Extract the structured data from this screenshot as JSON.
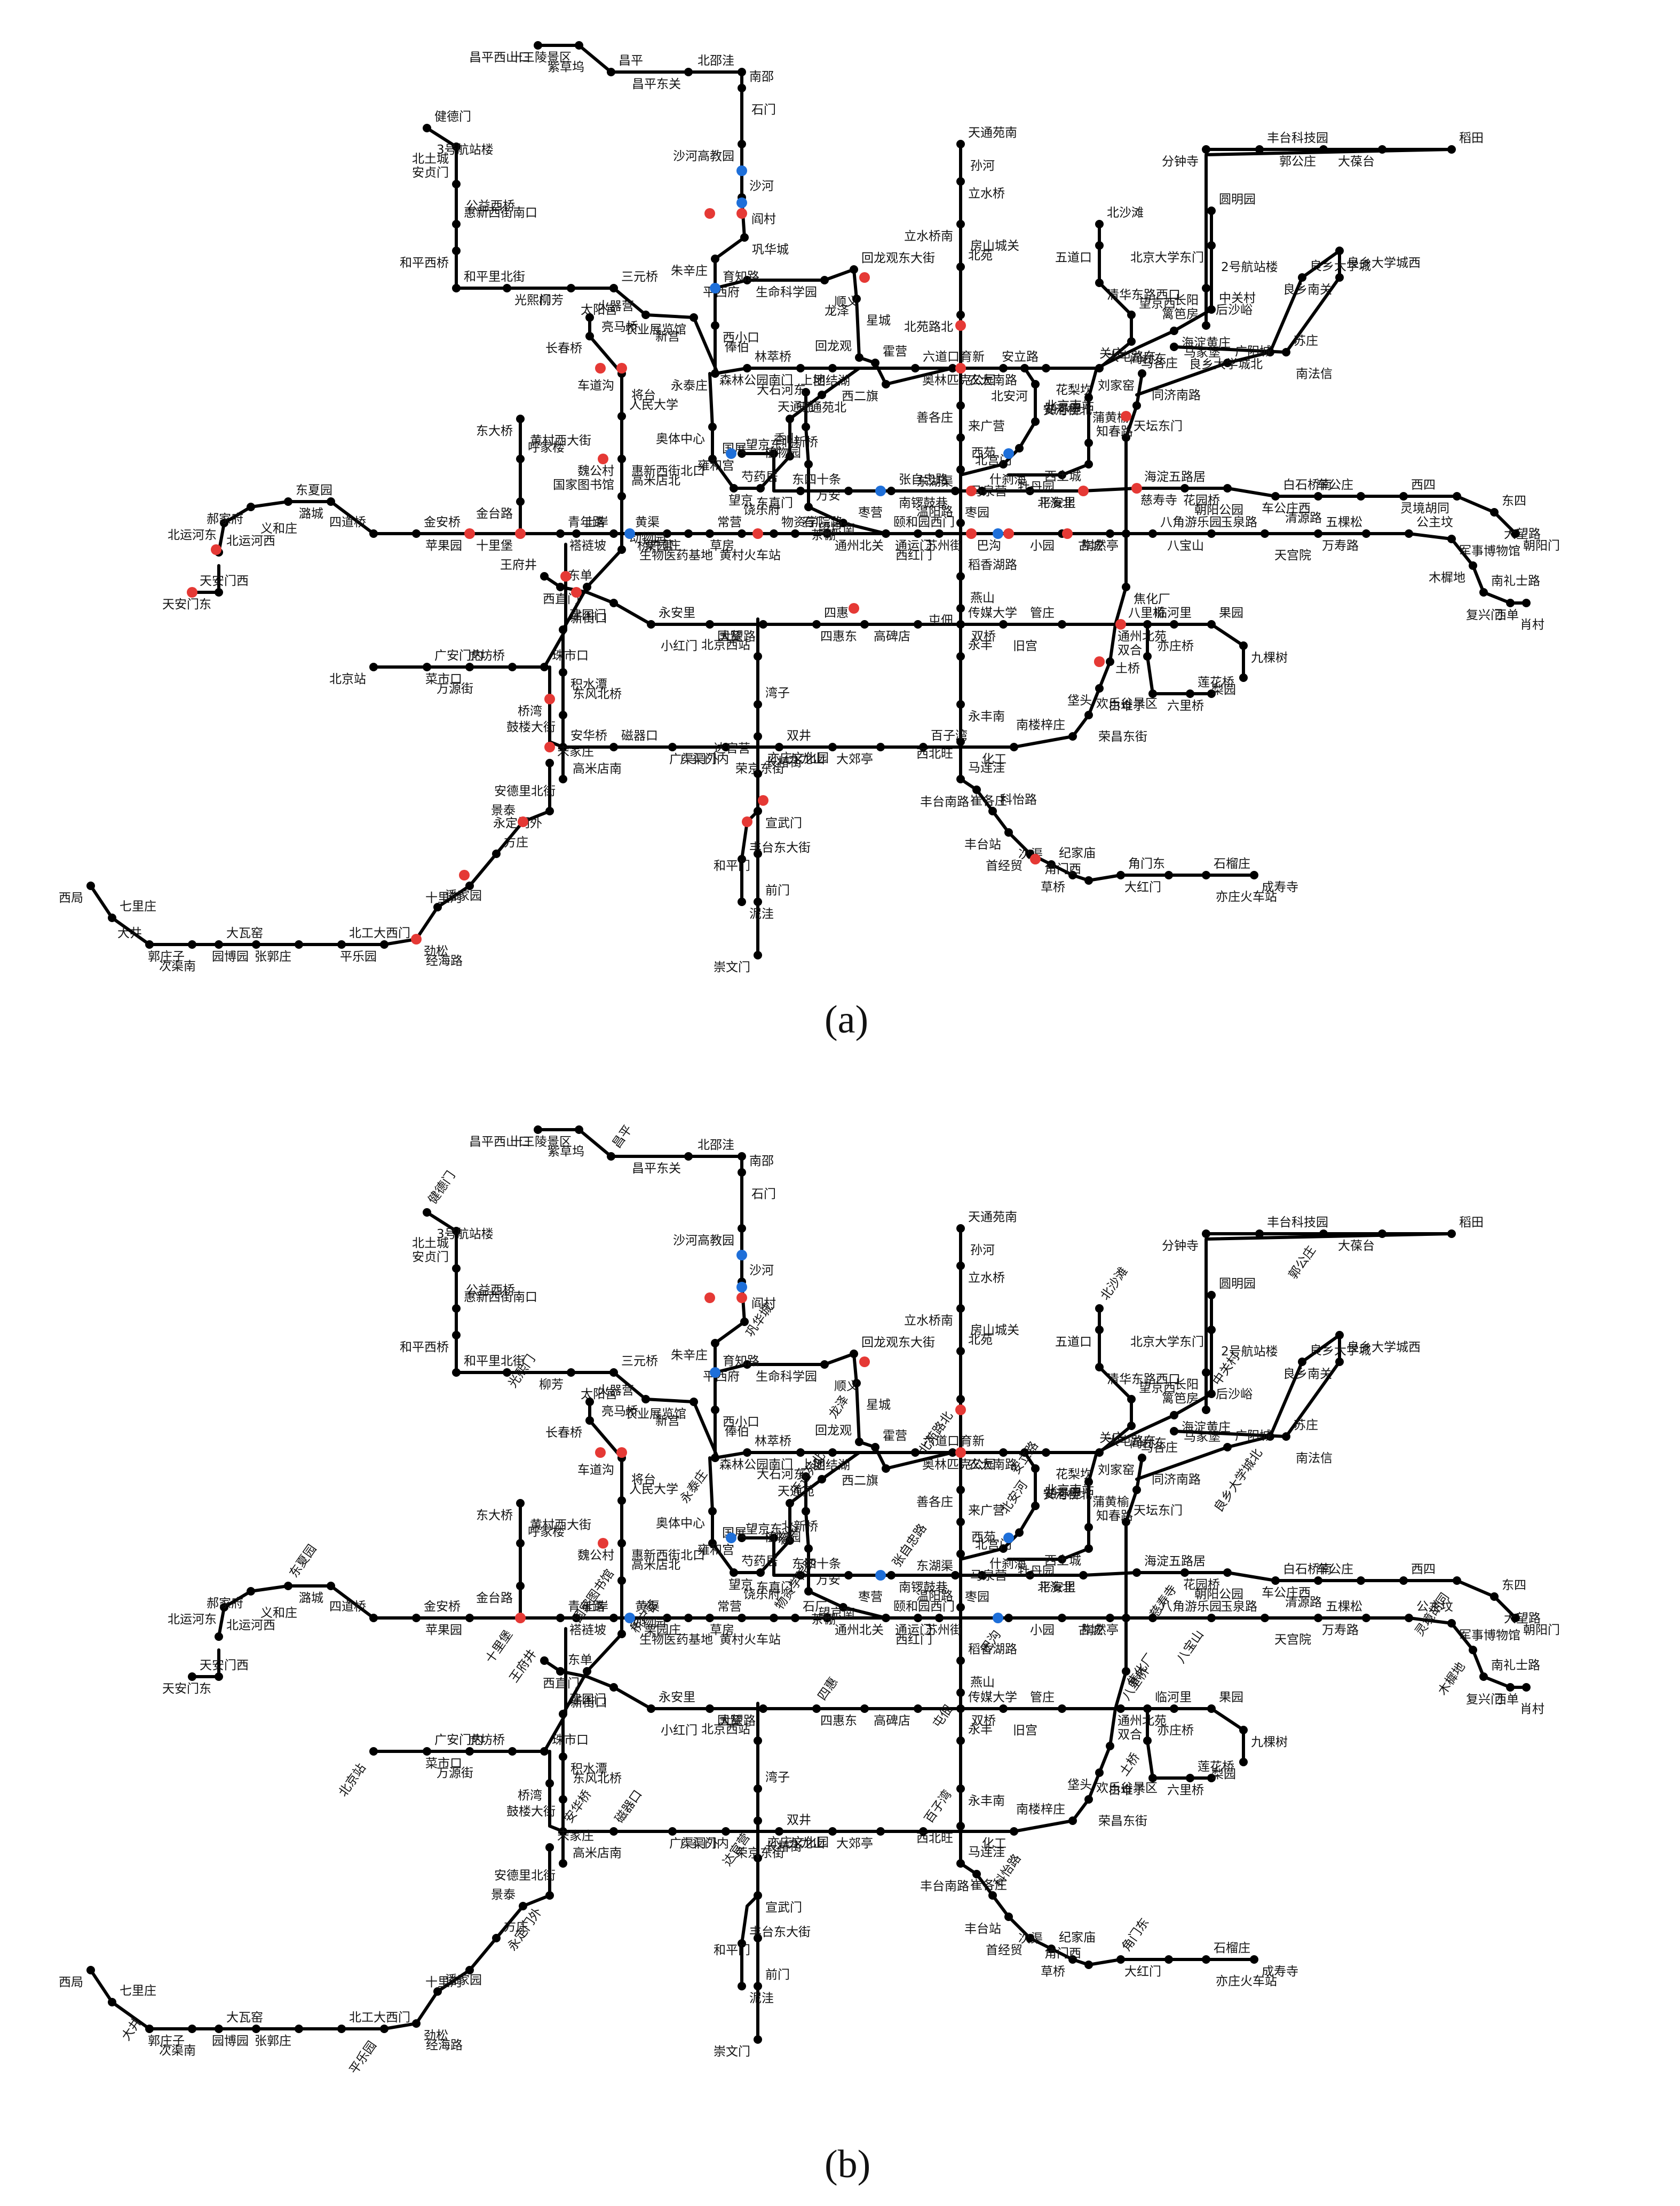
{
  "colors": {
    "line": "#000000",
    "station": "#000000",
    "transfer_red": "#e53935",
    "transfer_blue": "#1e6fd9",
    "background": "#ffffff"
  },
  "panels": [
    {
      "label": "(a)",
      "stations": [
        "昌平西山口",
        "十三陵景区",
        "昌平",
        "昌平东关",
        "北邵洼",
        "南邵",
        "沙河高教园",
        "沙河",
        "巩华城",
        "朱辛庄",
        "育知路",
        "平西府",
        "生命科学园",
        "回龙观东大街",
        "龙泽",
        "回龙观",
        "霍营",
        "西二旗",
        "育新",
        "西小口",
        "永泰庄",
        "林萃桥",
        "森林公园南门",
        "上地",
        "六道口",
        "奥林匹克公园",
        "安立路",
        "大屯路东",
        "关庄",
        "望京西",
        "清华东路西口",
        "五道口",
        "北沙滩",
        "奥体中心",
        "惠新西街北口",
        "芍药居",
        "望京",
        "望京东",
        "天通苑北",
        "天通苑",
        "天通苑南",
        "立水桥",
        "立水桥南",
        "北苑",
        "北苑路北",
        "善各庄",
        "来广营",
        "东湖渠",
        "温阳路",
        "稻香湖路",
        "屯佃",
        "永丰",
        "永丰南",
        "西北旺",
        "马连洼",
        "农大南路",
        "北安河",
        "安河桥北",
        "北宫门",
        "西苑",
        "圆明园",
        "北京大学东门",
        "中关村",
        "海淀黄庄",
        "知春里",
        "知春路",
        "西土城",
        "牡丹园",
        "健德门",
        "北土城",
        "安贞门",
        "惠新西街南口",
        "和平西桥",
        "和平里北街",
        "光熙门",
        "柳芳",
        "三元桥",
        "亮马桥",
        "农业展览馆",
        "团结湖",
        "香山",
        "植物园",
        "万安",
        "茶棚",
        "颐和园西门",
        "苏州街",
        "巴沟",
        "火器营",
        "长春桥",
        "车道沟",
        "人民大学",
        "魏公村",
        "国家图书馆",
        "动物园",
        "西直门",
        "新街口",
        "积水潭",
        "鼓楼大街",
        "安华桥",
        "安德里北街",
        "雍和宫",
        "北新桥",
        "东直门",
        "东四十条",
        "张自忠路",
        "南锣鼓巷",
        "什刹海",
        "北海北",
        "平安里",
        "海淀五路居",
        "慈寿寺",
        "花园桥",
        "白石桥南",
        "车公庄西",
        "车公庄",
        "西四",
        "灵境胡同",
        "东四",
        "朝阳门",
        "东大桥",
        "呼家楼",
        "金台路",
        "十里堡",
        "青年路",
        "褡裢坡",
        "黄渠",
        "常营",
        "草房",
        "物资学院路",
        "通州北关",
        "通运门",
        "北运河西",
        "北运河东",
        "郝家府",
        "东夏园",
        "潞城",
        "四道桥",
        "金安桥",
        "苹果园",
        "上岸",
        "桥户营",
        "栗园庄",
        "石厂",
        "小园",
        "古城",
        "八角游乐园",
        "八宝山",
        "玉泉路",
        "五棵松",
        "万寿路",
        "公主坟",
        "军事博物馆",
        "木樨地",
        "南礼士路",
        "复兴门",
        "西单",
        "天安门西",
        "天安门东",
        "王府井",
        "东单",
        "建国门",
        "永安里",
        "国贸",
        "大望路",
        "四惠",
        "四惠东",
        "高碑店",
        "传媒大学",
        "双桥",
        "管庄",
        "八里桥",
        "通州北苑",
        "果园",
        "九棵树",
        "梨园",
        "临河里",
        "土桥",
        "白堆子",
        "莲花桥",
        "六里桥",
        "北京西站",
        "湾子",
        "达官营",
        "长椿街",
        "宣武门",
        "和平门",
        "前门",
        "崇文门",
        "北京站",
        "广安门内",
        "菜市口",
        "虎坊桥",
        "珠市口",
        "桥湾",
        "磁器口",
        "广渠门内",
        "广渠门外",
        "双井",
        "九龙山",
        "大郊亭",
        "百子湾",
        "化工",
        "南楼梓庄",
        "欢乐谷景区",
        "垡头",
        "双合",
        "焦化厂",
        "陶然亭",
        "天坛东门",
        "蒲黄榆",
        "刘家窑",
        "宋家庄",
        "永定门外",
        "景泰",
        "方庄",
        "十里河",
        "潘家园",
        "劲松",
        "平乐园",
        "北工大西门",
        "张郭庄",
        "园博园",
        "大瓦窑",
        "郭庄子",
        "大井",
        "七里庄",
        "西局",
        "丰台东大街",
        "泥洼",
        "丰台南路",
        "科怡路",
        "丰台站",
        "首经贸",
        "纪家庙",
        "草桥",
        "角门西",
        "角门东",
        "大红门",
        "石榴庄",
        "成寿寺",
        "分钟寺",
        "丰台科技园",
        "郭公庄",
        "大葆台",
        "稻田",
        "长阳",
        "篱笆房",
        "广阳城",
        "良乡大学城北",
        "良乡大学城",
        "良乡大学城西",
        "良乡南关",
        "苏庄",
        "阎村东",
        "紫草坞",
        "阎村",
        "星城",
        "大石河东",
        "马各庄",
        "饶乐府",
        "房山城关",
        "燕山",
        "北京南站",
        "马家堡",
        "公益西桥",
        "新宫",
        "西红门",
        "高米店北",
        "高米店南",
        "枣园",
        "清源路",
        "黄村西大街",
        "黄村火车站",
        "义和庄",
        "生物医药基地",
        "天宫院",
        "肖村",
        "小红门",
        "旧宫",
        "亦庄桥",
        "亦庄文化园",
        "万源街",
        "荣京东街",
        "荣昌东街",
        "同济南路",
        "经海路",
        "次渠南",
        "次渠",
        "亦庄火车站",
        "后沙峪",
        "南法信",
        "石门",
        "顺义",
        "俸伯",
        "花梨坎",
        "国展",
        "孙河",
        "马泉营",
        "崔各庄",
        "2号航站楼",
        "3号航站楼",
        "太阳宫",
        "望京南",
        "将台",
        "东风北桥",
        "枣营",
        "朝阳公园",
        "大望路"
      ]
    },
    {
      "label": "(b)",
      "stations": [
        "昌平西山口",
        "十三陵景区",
        "昌平",
        "昌平东关",
        "北邵洼",
        "南邵",
        "沙河高教园",
        "沙河",
        "巩华城",
        "朱辛庄",
        "育知路",
        "平西府",
        "生命科学园",
        "回龙观东大街",
        "龙泽",
        "回龙观",
        "霍营",
        "西二旗",
        "育新",
        "西小口",
        "永泰庄",
        "林萃桥",
        "森林公园南门",
        "上地",
        "六道口",
        "奥林匹克公园",
        "安立路",
        "大屯路东",
        "关庄",
        "望京西",
        "清华东路西口",
        "五道口",
        "北沙滩",
        "奥体中心",
        "惠新西街北口",
        "芍药居",
        "望京",
        "望京东",
        "天通苑北",
        "天通苑",
        "天通苑南",
        "立水桥",
        "立水桥南",
        "北苑",
        "北苑路北",
        "善各庄",
        "来广营",
        "东湖渠",
        "温阳路",
        "稻香湖路",
        "屯佃",
        "永丰",
        "永丰南",
        "西北旺",
        "马连洼",
        "农大南路",
        "北安河",
        "安河桥北",
        "北宫门",
        "西苑",
        "圆明园",
        "北京大学东门",
        "中关村",
        "海淀黄庄",
        "知春里",
        "知春路",
        "西土城",
        "牡丹园",
        "健德门",
        "北土城",
        "安贞门",
        "惠新西街南口",
        "和平西桥",
        "和平里北街",
        "光熙门",
        "柳芳",
        "三元桥",
        "亮马桥",
        "农业展览馆",
        "团结湖",
        "香山",
        "植物园",
        "万安",
        "茶棚",
        "颐和园西门",
        "苏州街",
        "巴沟",
        "火器营",
        "长春桥",
        "车道沟",
        "人民大学",
        "魏公村",
        "国家图书馆",
        "动物园",
        "西直门",
        "新街口",
        "积水潭",
        "鼓楼大街",
        "安华桥",
        "安德里北街",
        "雍和宫",
        "北新桥",
        "东直门",
        "东四十条",
        "张自忠路",
        "南锣鼓巷",
        "什刹海",
        "北海北",
        "平安里",
        "海淀五路居",
        "慈寿寺",
        "花园桥",
        "白石桥南",
        "车公庄西",
        "车公庄",
        "西四",
        "灵境胡同",
        "东四",
        "朝阳门",
        "东大桥",
        "呼家楼",
        "金台路",
        "十里堡",
        "青年路",
        "褡裢坡",
        "黄渠",
        "常营",
        "草房",
        "物资学院路",
        "通州北关",
        "通运门",
        "北运河西",
        "北运河东",
        "郝家府",
        "东夏园",
        "潞城",
        "四道桥",
        "金安桥",
        "苹果园",
        "上岸",
        "桥户营",
        "栗园庄",
        "石厂",
        "小园",
        "古城",
        "八角游乐园",
        "八宝山",
        "玉泉路",
        "五棵松",
        "万寿路",
        "公主坟",
        "军事博物馆",
        "木樨地",
        "南礼士路",
        "复兴门",
        "西单",
        "天安门西",
        "天安门东",
        "王府井",
        "东单",
        "建国门",
        "永安里",
        "国贸",
        "大望路",
        "四惠",
        "四惠东",
        "高碑店",
        "传媒大学",
        "双桥",
        "管庄",
        "八里桥",
        "通州北苑",
        "果园",
        "九棵树",
        "梨园",
        "临河里",
        "土桥",
        "白堆子",
        "莲花桥",
        "六里桥",
        "北京西站",
        "湾子",
        "达官营",
        "长椿街",
        "宣武门",
        "和平门",
        "前门",
        "崇文门",
        "北京站",
        "广安门内",
        "菜市口",
        "虎坊桥",
        "珠市口",
        "桥湾",
        "磁器口",
        "广渠门内",
        "广渠门外",
        "双井",
        "九龙山",
        "大郊亭",
        "百子湾",
        "化工",
        "南楼梓庄",
        "欢乐谷景区",
        "垡头",
        "双合",
        "焦化厂",
        "陶然亭",
        "天坛东门",
        "蒲黄榆",
        "刘家窑",
        "宋家庄",
        "永定门外",
        "景泰",
        "方庄",
        "十里河",
        "潘家园",
        "劲松",
        "平乐园",
        "北工大西门",
        "张郭庄",
        "园博园",
        "大瓦窑",
        "郭庄子",
        "大井",
        "七里庄",
        "西局",
        "丰台东大街",
        "泥洼",
        "丰台南路",
        "科怡路",
        "丰台站",
        "首经贸",
        "纪家庙",
        "草桥",
        "角门西",
        "角门东",
        "大红门",
        "石榴庄",
        "成寿寺",
        "分钟寺",
        "丰台科技园",
        "郭公庄",
        "大葆台",
        "稻田",
        "长阳",
        "篱笆房",
        "广阳城",
        "良乡大学城北",
        "良乡大学城",
        "良乡大学城西",
        "良乡南关",
        "苏庄",
        "阎村东",
        "紫草坞",
        "阎村",
        "星城",
        "大石河东",
        "马各庄",
        "饶乐府",
        "房山城关",
        "燕山",
        "北京南站",
        "马家堡",
        "公益西桥",
        "新宫",
        "西红门",
        "高米店北",
        "高米店南",
        "枣园",
        "清源路",
        "黄村西大街",
        "黄村火车站",
        "义和庄",
        "生物医药基地",
        "天宫院",
        "肖村",
        "小红门",
        "旧宫",
        "亦庄桥",
        "亦庄文化园",
        "万源街",
        "荣京东街",
        "荣昌东街",
        "同济南路",
        "经海路",
        "次渠南",
        "次渠",
        "亦庄火车站",
        "后沙峪",
        "南法信",
        "石门",
        "顺义",
        "俸伯",
        "花梨坎",
        "国展",
        "孙河",
        "马泉营",
        "崔各庄",
        "2号航站楼",
        "3号航站楼",
        "太阳宫",
        "望京南",
        "将台",
        "东风北桥",
        "枣营",
        "朝阳公园",
        "大望路"
      ]
    }
  ]
}
